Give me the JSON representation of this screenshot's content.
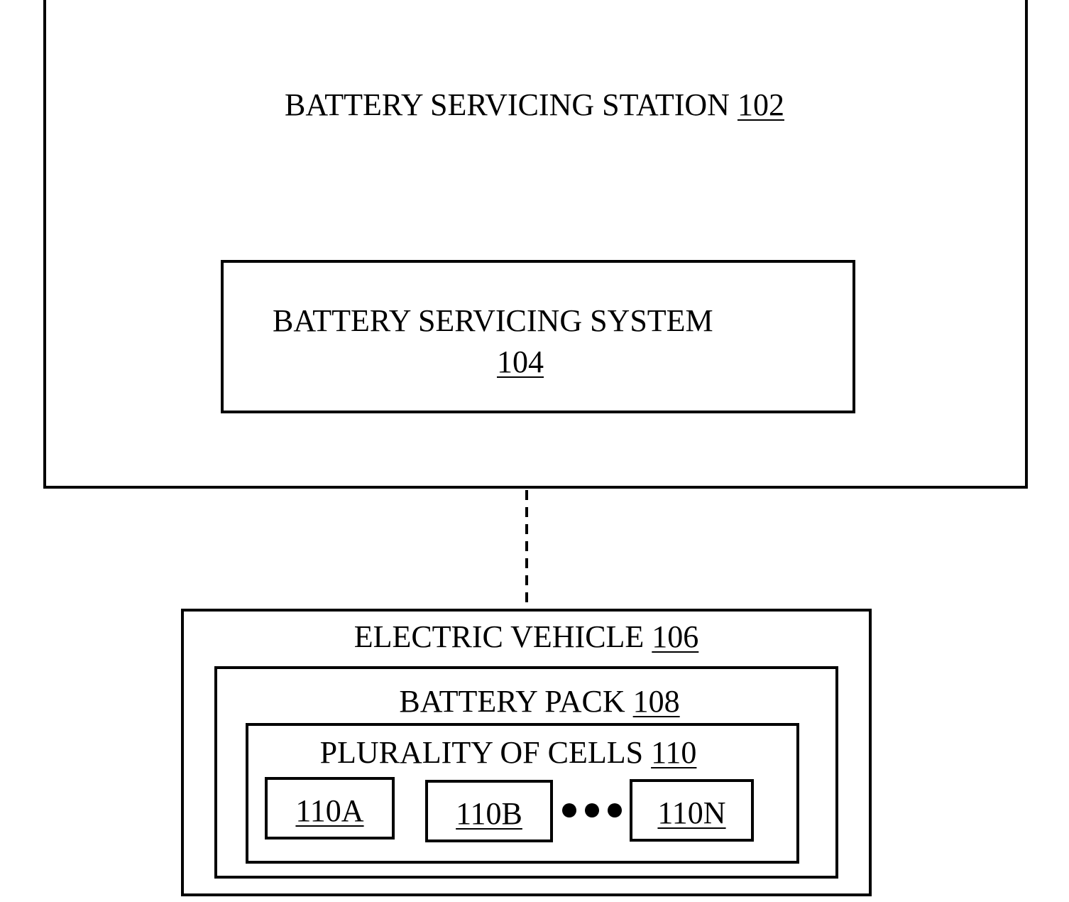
{
  "station": {
    "title": "BATTERY SERVICING STATION",
    "ref": "102"
  },
  "system": {
    "title": "BATTERY SERVICING SYSTEM",
    "ref": "104"
  },
  "vehicle": {
    "title": "ELECTRIC VEHICLE",
    "ref": "106"
  },
  "pack": {
    "title": "BATTERY PACK",
    "ref": "108"
  },
  "cells": {
    "title": "PLURALITY OF CELLS",
    "ref": "110",
    "items": [
      "110A",
      "110B",
      "110N"
    ]
  },
  "colors": {
    "stroke": "#000000",
    "background": "#ffffff"
  }
}
